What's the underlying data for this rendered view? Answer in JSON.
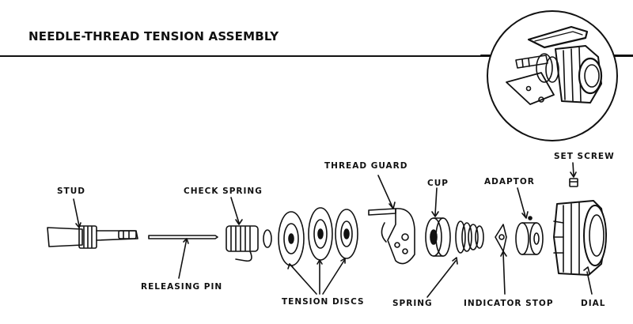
{
  "title": "NEEDLE-THREAD TENSION ASSEMBLY",
  "labels": {
    "stud": "STUD",
    "releasing_pin": "RELEASING PIN",
    "check_spring": "CHECK SPRING",
    "tension_discs": "TENSION DISCS",
    "thread_guard": "THREAD GUARD",
    "cup": "CUP",
    "spring": "SPRING",
    "adaptor": "ADAPTOR",
    "indicator_stop": "INDICATOR STOP",
    "set_screw": "SET SCREW",
    "dial": "DIAL"
  },
  "colors": {
    "ink": "#111111",
    "paper": "#ffffff"
  }
}
